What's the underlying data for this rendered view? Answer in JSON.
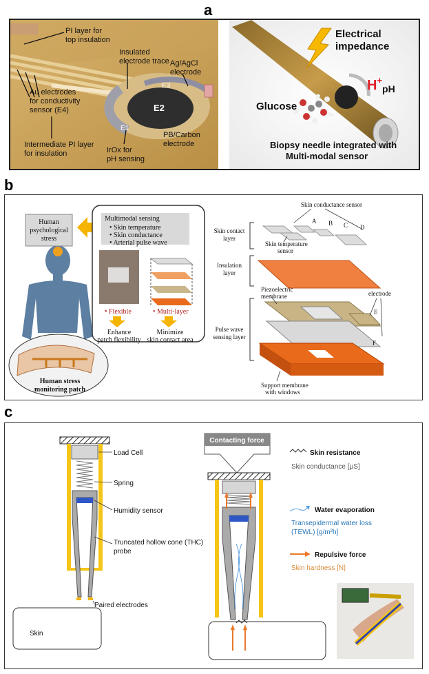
{
  "panel_labels": {
    "a": "a",
    "b": "b",
    "c": "c"
  },
  "panel_a": {
    "left": {
      "pi_top": "PI layer for\ntop insulation",
      "insulated_trace": "Insulated\nelectrode trace",
      "agagcl": "Ag/AgCl\nelectrode",
      "au_electrodes": "Au electrodes\nfor conductivity\nsensor (E4)",
      "e3": "E3",
      "e2": "E2",
      "e1": "E1",
      "pb_carbon": "PB/Carbon\nelectrode",
      "irox": "IrOx for\npH sensing",
      "intermediate_pi": "Intermediate PI layer\nfor insulation"
    },
    "right": {
      "electrical_impedance": "Electrical\nimpedance",
      "h_plus": "H",
      "h_sup": "+",
      "h_sub": "pH",
      "glucose": "Glucose",
      "biopsy": "Biopsy needle integrated with\nMulti-modal sensor"
    }
  },
  "panel_b": {
    "left": {
      "human_stress": "Human\npsychological\nstress",
      "multimodal_title": "Multimodal sensing",
      "multimodal_items": [
        "• Skin temperature",
        "• Skin conductance",
        "• Arterial pulse wave"
      ],
      "flexible": "• Flexible",
      "multi_layer": "• Multi-layer",
      "enhance": "Enhance\npatch flexibility",
      "minimize": "Minimize\nskin contact area",
      "patch": "Human stress\nmonitoring patch"
    },
    "right": {
      "skin_cond_sensor": "Skin conductance sensor",
      "skin_contact_layer": "Skin contact\nlayer",
      "skin_temp_sensor": "Skin temperature\nsensor",
      "A": "A",
      "B": "B",
      "C": "C",
      "D": "D",
      "insulation_layer": "Insulation\nlayer",
      "piezo": "Piezoelectric\nmembrane",
      "electrode": "electrode",
      "E": "E",
      "F": "F",
      "pulse_layer": "Pulse wave\nsensing layer",
      "support": "Support membrane\nwith windows"
    }
  },
  "panel_c": {
    "left": {
      "load_cell": "Load Cell",
      "spring": "Spring",
      "humidity": "Humidity sensor",
      "thc": "Truncated hollow cone (THC)\nprobe",
      "paired": "Paired electrodes",
      "skin": "Skin"
    },
    "right": {
      "contacting_force": "Contacting force",
      "skin_resistance": "Skin resistance",
      "skin_conductance": "Skin conductance [μS]",
      "water_evap": "Water evaporation",
      "tewl": "Transepidermal water loss\n(TEWL) [g/m²h]",
      "repulsive": "Repulsive force",
      "hardness": "Skin hardness [N]"
    }
  },
  "colors": {
    "gold": "#c9a45a",
    "gold_dark": "#a7823c",
    "orange": "#e8782a",
    "yellow_frame": "#f5c518",
    "blue_text": "#2a78b8",
    "hardness_text": "#d98a3a",
    "sensor_blue": "#2f56c6"
  }
}
